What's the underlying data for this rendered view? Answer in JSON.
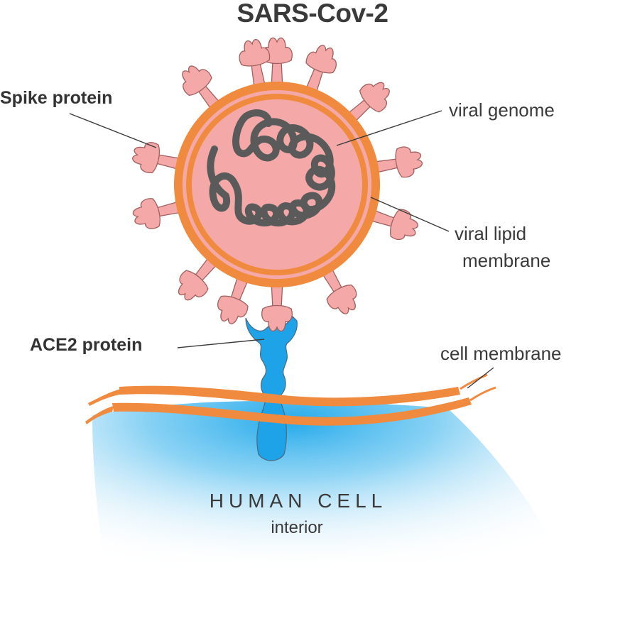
{
  "title": "SARS-Cov-2",
  "labels": {
    "spike_protein": "Spike protein",
    "viral_genome": "viral genome",
    "viral_lipid_membrane_line1": "viral lipid",
    "viral_lipid_membrane_line2": "membrane",
    "ace2_protein": "ACE2 protein",
    "cell_membrane": "cell membrane",
    "human_cell": "HUMAN CELL",
    "interior": "interior"
  },
  "colors": {
    "spike": "#f4a9a8",
    "spike_outline": "#a06060",
    "virus_body": "#f4a9a8",
    "lipid_membrane": "#f08a3e",
    "genome": "#5a5a5a",
    "ace2": "#1fa3e8",
    "cell_membrane": "#f08a3e",
    "cell_interior": "#3ab3ea"
  }
}
